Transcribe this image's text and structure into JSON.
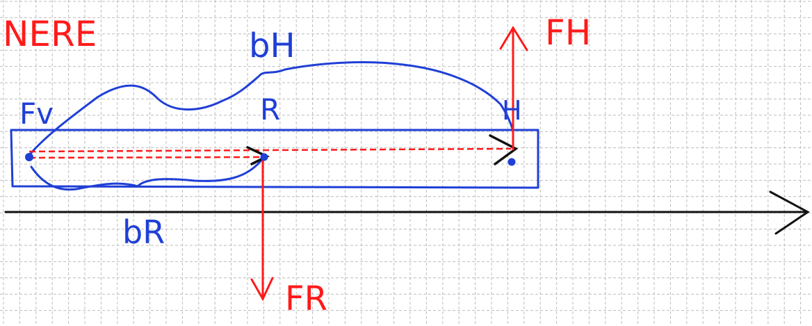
{
  "labels": {
    "title": "NERE",
    "f_v": "Fv",
    "b_h": "bH",
    "r": "R",
    "h": "H",
    "f_h": "FH",
    "b_r": "bR",
    "f_r": "FR"
  },
  "colors": {
    "grid": "#bcbcbc",
    "blue_ink": "#1f3fd6",
    "red_ink": "#ff1a1a",
    "black_ink": "#111111",
    "background": "#ffffff"
  }
}
